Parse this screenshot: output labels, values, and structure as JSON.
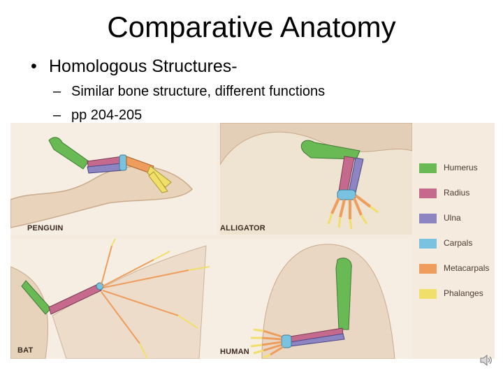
{
  "slide": {
    "title": "Comparative Anatomy",
    "bullet": "Homologous Structures-",
    "bullet_marker": "•",
    "subbullets": [
      "Similar bone structure, different functions",
      "pp 204-205"
    ],
    "sub_marker": "–"
  },
  "figure": {
    "panels": [
      "PENGUIN",
      "ALLIGATOR",
      "BAT",
      "HUMAN"
    ],
    "legend": [
      {
        "label": "Humerus",
        "color": "#69b955"
      },
      {
        "label": "Radius",
        "color": "#c56a8c"
      },
      {
        "label": "Ulna",
        "color": "#8d84c2"
      },
      {
        "label": "Carpals",
        "color": "#79c2e0"
      },
      {
        "label": "Metacarpals",
        "color": "#ee9d5c"
      },
      {
        "label": "Phalanges",
        "color": "#f1df6b"
      }
    ]
  }
}
